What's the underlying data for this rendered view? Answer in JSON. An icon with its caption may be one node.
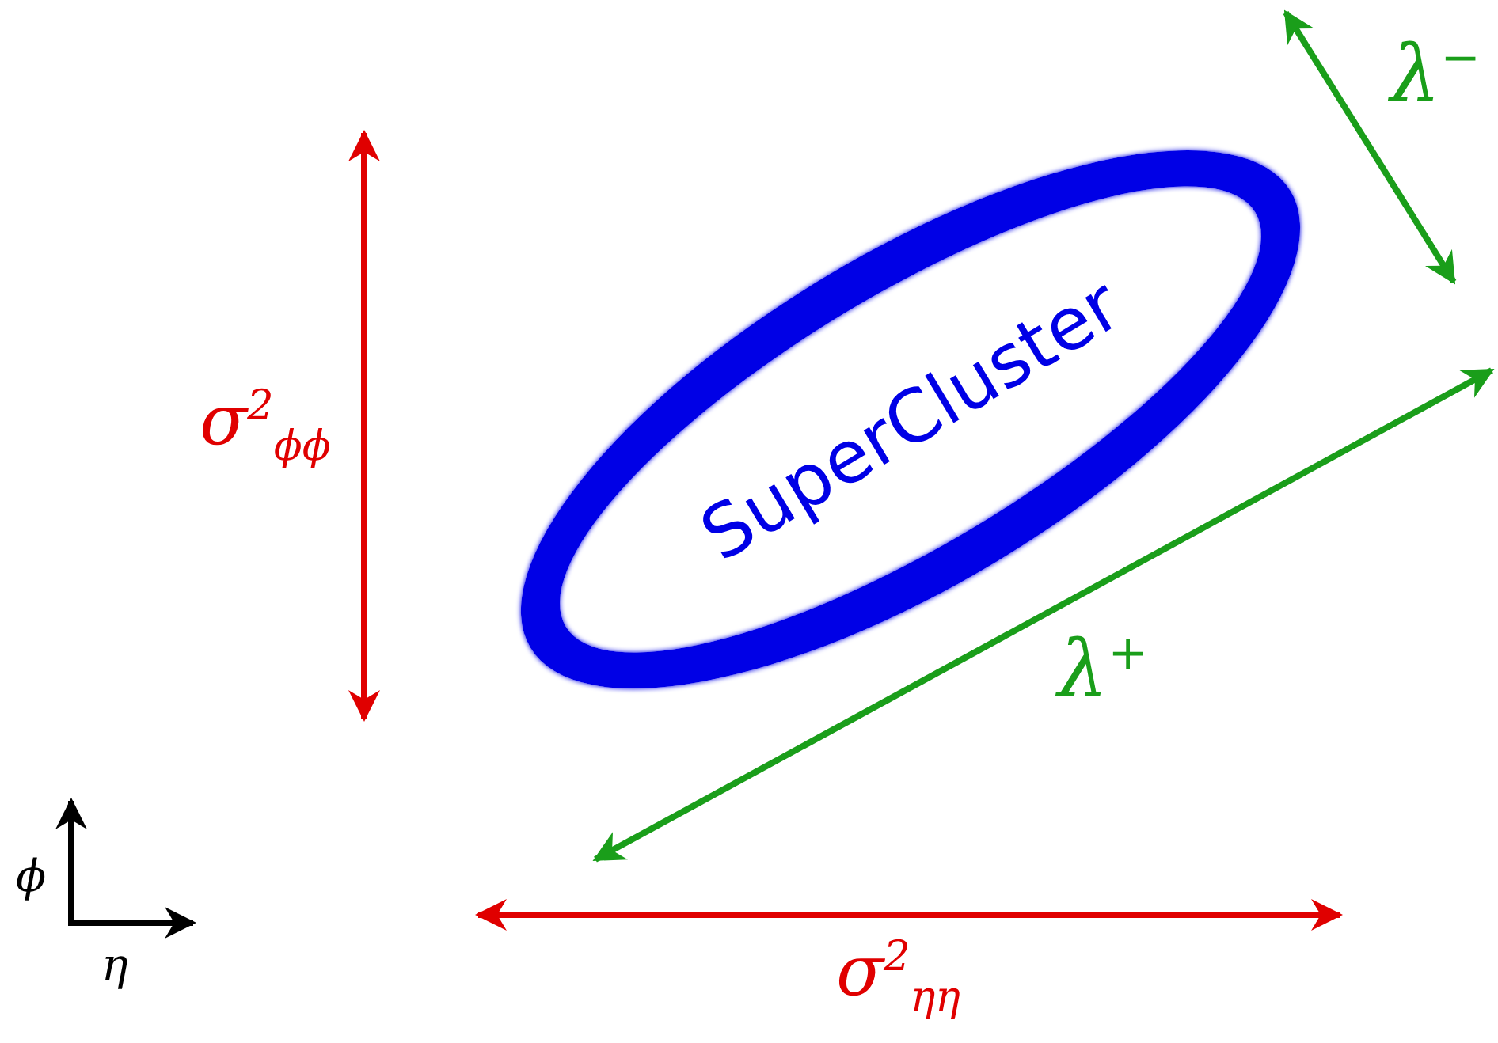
{
  "diagram": {
    "nodes": [
      {
        "text": [
          "SuperCluster"
        ]
      }
    ],
    "edges": [],
    "labels": [
      "λ$^{−}$",
      "σ$^{2}$$_{ϕϕ}$",
      "λ$^{+}$",
      "ϕ",
      "η",
      "σ$^{2}$$_{ηη}$"
    ]
  }
}
